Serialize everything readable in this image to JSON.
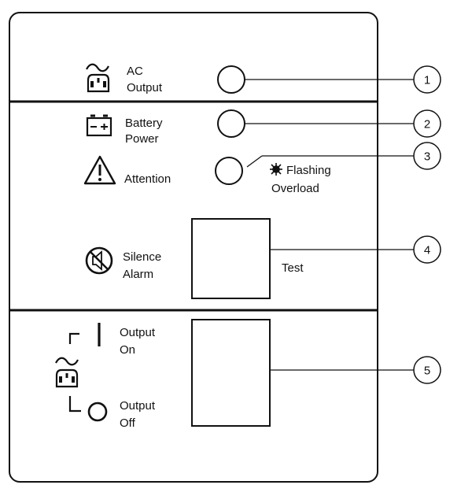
{
  "panel": {
    "ac_output": {
      "line1": "AC",
      "line2": "Output",
      "icon": "ac-power-plug-icon"
    },
    "battery_power": {
      "line1": "Battery",
      "line2": "Power",
      "icon": "battery-icon"
    },
    "attention": {
      "label": "Attention",
      "icon": "warning-triangle-icon"
    },
    "attention_note": {
      "line1": "Flashing",
      "line2": "Overload",
      "icon": "sun-flash-icon"
    },
    "silence_alarm": {
      "line1": "Silence",
      "line2": "Alarm",
      "icon": "silenced-speaker-icon"
    },
    "test": {
      "label": "Test"
    },
    "output_on": {
      "line1": "Output",
      "line2": "On",
      "symbol": "I"
    },
    "output_off": {
      "line1": "Output",
      "line2": "Off",
      "symbol": "O"
    },
    "output_plug_icon": "ac-power-plug-icon"
  },
  "callouts": [
    "1",
    "2",
    "3",
    "4",
    "5"
  ]
}
